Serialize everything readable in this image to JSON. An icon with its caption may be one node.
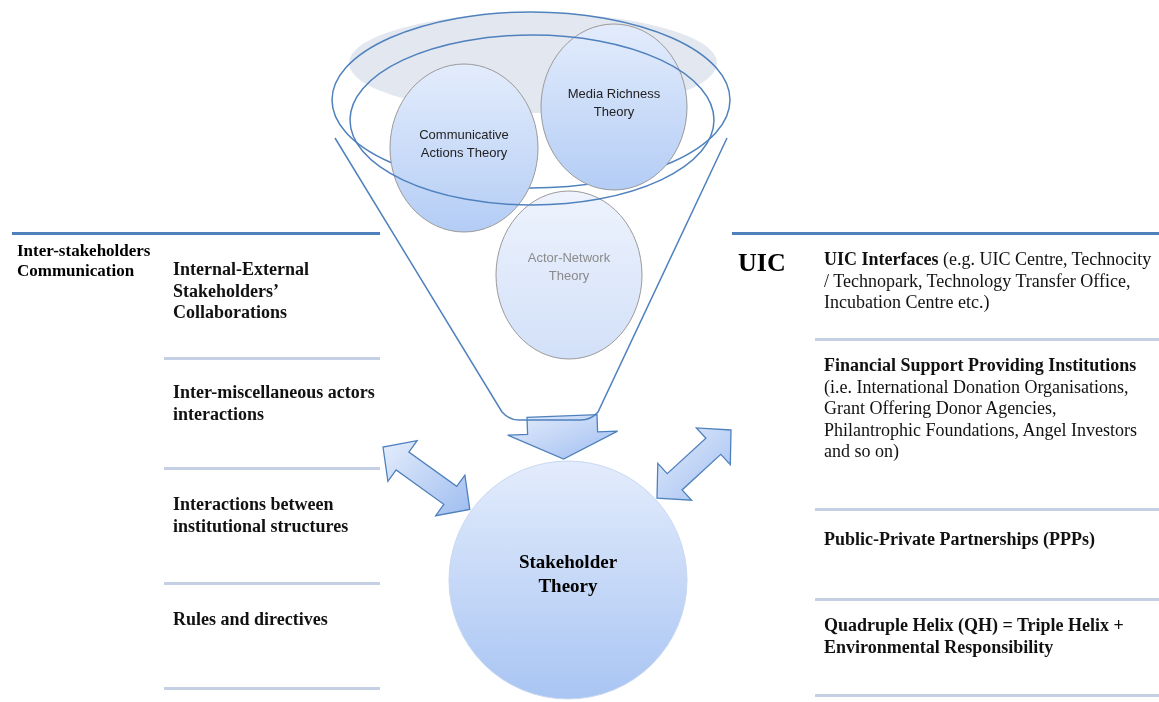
{
  "diagram": {
    "nodes": [
      {
        "text": [],
        "shape": "funnel"
      },
      {
        "text": [
          "Communicative Actions Theory"
        ],
        "in": 0
      },
      {
        "text": [
          "Media Richness Theory"
        ],
        "in": 0
      },
      {
        "text": [
          "Actor-Network Theory"
        ],
        "in": 0
      },
      {
        "text": [
          "Stakeholder Theory"
        ]
      },
      {
        "text": [
          "Inter-stakeholders Communication"
        ]
      },
      {
        "text": [
          "Internal-External Stakeholders’ Collaborations"
        ],
        "in": 5
      },
      {
        "text": [
          "Inter-miscellaneous actors interactions"
        ],
        "in": 5
      },
      {
        "text": [
          "Interactions between institutional structures"
        ],
        "in": 5
      },
      {
        "text": [
          "Rules and directives"
        ],
        "in": 5
      },
      {
        "text": [
          "UIC"
        ]
      },
      {
        "text": [
          "**UIC Interfaces** (e.g. UIC Centre, Technocity / Technopark, Technology Transfer Office, Incubation Centre etc.)"
        ],
        "in": 10
      },
      {
        "text": [
          "**Financial Support Providing Institutions** (i.e. International Donation Organisations, Grant Offering Donor Agencies, Philantrophic Foundations, Angel Investors and so on)"
        ],
        "in": 10
      },
      {
        "text": [
          "Public-Private Partnerships (PPPs)"
        ],
        "in": 10
      },
      {
        "text": [
          "Quadruple Helix (QH) = Triple Helix + Environmental Responsibility"
        ],
        "in": 10
      }
    ],
    "edges": [
      {
        "from": 0,
        "to": 4,
        "arrow": "to"
      },
      {
        "from": 5,
        "to": 4,
        "arrow": "both"
      },
      {
        "from": 10,
        "to": 4,
        "arrow": "both"
      }
    ]
  }
}
